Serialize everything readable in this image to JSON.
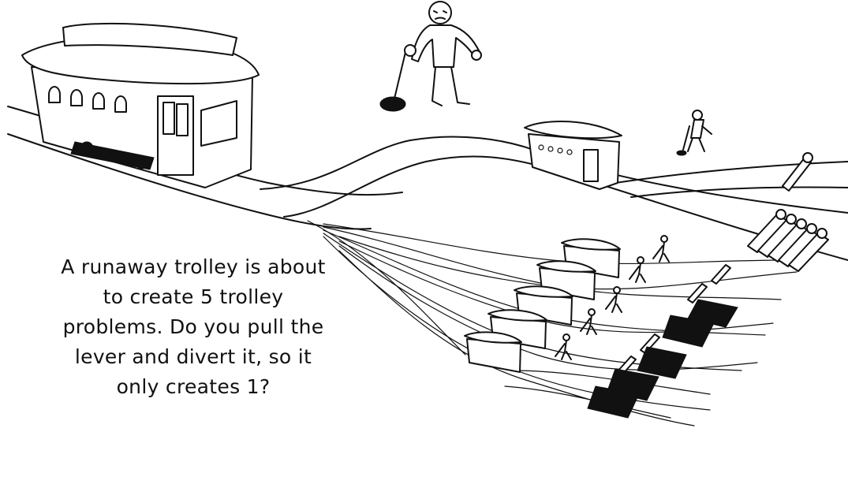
{
  "caption": {
    "lines": [
      "A runaway trolley is about",
      "to create 5 trolley",
      "problems. Do you pull the",
      "lever and divert it, so it",
      "only creates 1?"
    ]
  },
  "colors": {
    "ink": "#111111",
    "background": "#ffffff"
  }
}
